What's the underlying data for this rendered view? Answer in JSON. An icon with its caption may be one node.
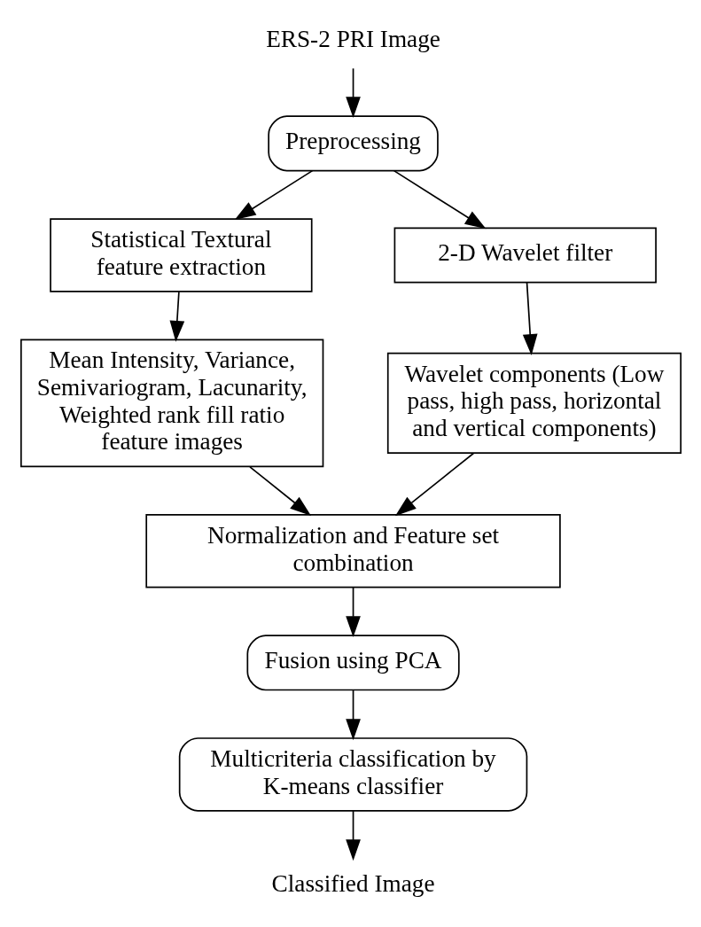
{
  "diagram": {
    "nodes": [
      {
        "text": [
          "ERS-2 PRI Image"
        ]
      },
      {
        "text": [
          "Preprocessing"
        ]
      },
      {
        "text": [
          "Statistical Textural feature extraction"
        ]
      },
      {
        "text": [
          "2-D Wavelet filter"
        ]
      },
      {
        "text": [
          "Mean Intensity, Variance, Semivariogram, Lacunarity, Weighted rank fill ratio feature images"
        ]
      },
      {
        "text": [
          "Wavelet components (Low pass, high pass, horizontal and vertical components)"
        ]
      },
      {
        "text": [
          "Normalization and Feature set combination"
        ]
      },
      {
        "text": [
          "Fusion using PCA"
        ]
      },
      {
        "text": [
          "Multicriteria classification by K-means classifier"
        ]
      },
      {
        "text": [
          "Classified Image"
        ]
      }
    ],
    "edges": [
      {
        "from": 0,
        "to": 1,
        "arrow": "to"
      },
      {
        "from": 1,
        "to": 2,
        "arrow": "to"
      },
      {
        "from": 1,
        "to": 3,
        "arrow": "to"
      },
      {
        "from": 2,
        "to": 4,
        "arrow": "to"
      },
      {
        "from": 3,
        "to": 5,
        "arrow": "to"
      },
      {
        "from": 4,
        "to": 6,
        "arrow": "to"
      },
      {
        "from": 5,
        "to": 6,
        "arrow": "to"
      },
      {
        "from": 6,
        "to": 7,
        "arrow": "to"
      },
      {
        "from": 7,
        "to": 8,
        "arrow": "to"
      },
      {
        "from": 8,
        "to": 9,
        "arrow": "to"
      }
    ]
  }
}
